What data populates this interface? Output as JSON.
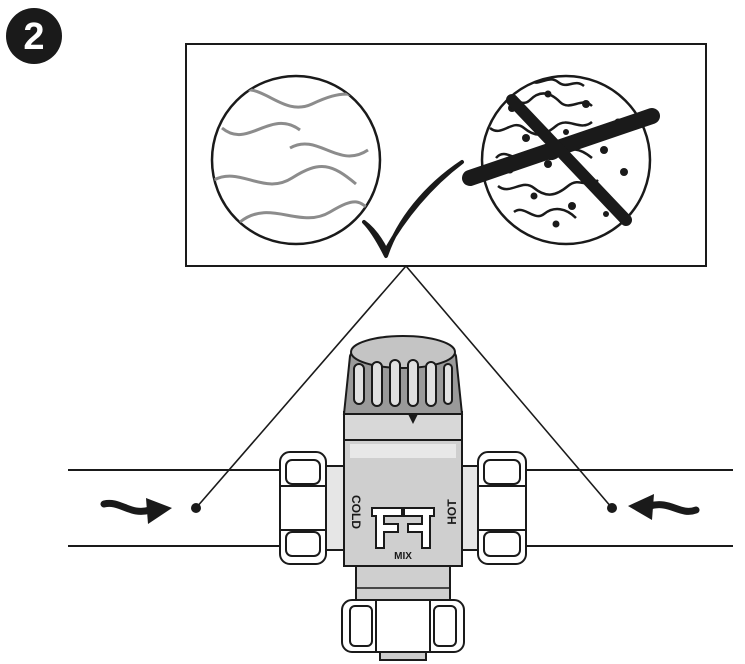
{
  "step": {
    "number": "2"
  },
  "valve": {
    "cold_label": "COLD",
    "hot_label": "HOT",
    "brand_label": "MIX"
  },
  "colors": {
    "ink": "#1a1a1a",
    "clean_water_lines": "#8c8c8c",
    "valve_body": "#c8c8c8",
    "knob": "#9a9a9a"
  },
  "panels": {
    "clean_water": "clean-water-circle",
    "dirty_water": "debris-water-crossed-circle",
    "approved_mark": "check-mark-icon",
    "rejected_mark": "cross-out-icon"
  }
}
